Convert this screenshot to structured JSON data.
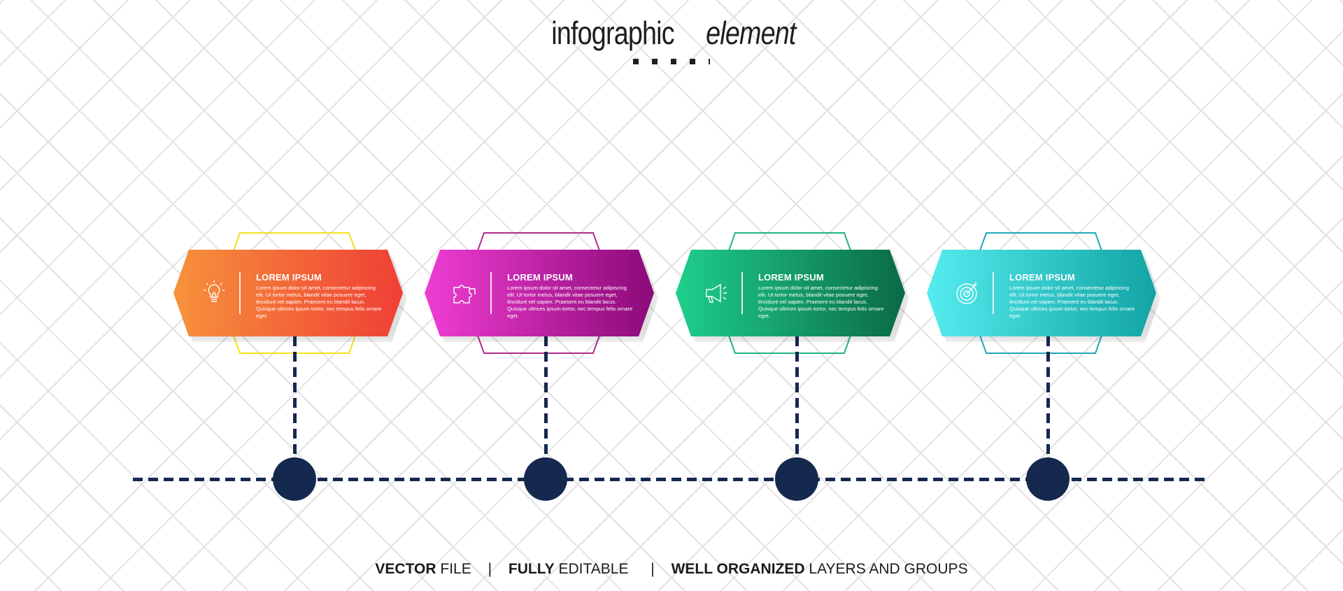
{
  "title": {
    "bold": "infographic",
    "italic": "element"
  },
  "cards": [
    {
      "id": "1",
      "heading": "LOREM IPSUM",
      "body": "Lorem ipsum dolor sit amet, consectetur adipiscing elit. Ut tortor metus, blandit vitae posuere eget, tincidunt vel sapien. Praesent eu blandit lacus. Quisque ultrices ipsum tortor, nec tempus felis ornare eget.",
      "icon": "lightbulb-icon",
      "gradient": [
        "#f7923b",
        "#ef3f36"
      ],
      "outline_color": "#f3e01f"
    },
    {
      "id": "2",
      "heading": "LOREM IPSUM",
      "body": "Lorem ipsum dolor sit amet, consectetur adipiscing elit. Ut tortor metus, blandit vitae posuere eget, tincidunt vel sapien. Praesent eu blandit lacus. Quisque ultrices ipsum tortor, nec tempus felis ornare eget.",
      "icon": "puzzle-icon",
      "gradient": [
        "#ef3dd2",
        "#8c0a78"
      ],
      "outline_color": "#b12a8f"
    },
    {
      "id": "3",
      "heading": "LOREM IPSUM",
      "body": "Lorem ipsum dolor sit amet, consectetur adipiscing elit. Ut tortor metus, blandit vitae posuere eget, tincidunt vel sapien. Praesent eu blandit lacus. Quisque ultrices ipsum tortor, nec tempus felis ornare eget.",
      "icon": "megaphone-icon",
      "gradient": [
        "#1fcf8c",
        "#0a6a45"
      ],
      "outline_color": "#1fb389"
    },
    {
      "id": "4",
      "heading": "LOREM IPSUM",
      "body": "Lorem ipsum dolor sit amet, consectetur adipiscing elit. Ut tortor metus, blandit vitae posuere eget, tincidunt vel sapien. Praesent eu blandit lacus. Quisque ultrices ipsum tortor, nec tempus felis ornare eget.",
      "icon": "target-icon",
      "gradient": [
        "#55ecef",
        "#12a4a4"
      ],
      "outline_color": "#1fa9b8"
    }
  ],
  "timeline_color": "#15294f",
  "footer": {
    "part1_bold": "VECTOR",
    "part1_rest": " FILE",
    "sep": "|",
    "part2_bold": "FULLY",
    "part2_rest": " EDITABLE",
    "part3_bold": "WELL ORGANIZED",
    "part3_rest": " LAYERS AND GROUPS"
  }
}
